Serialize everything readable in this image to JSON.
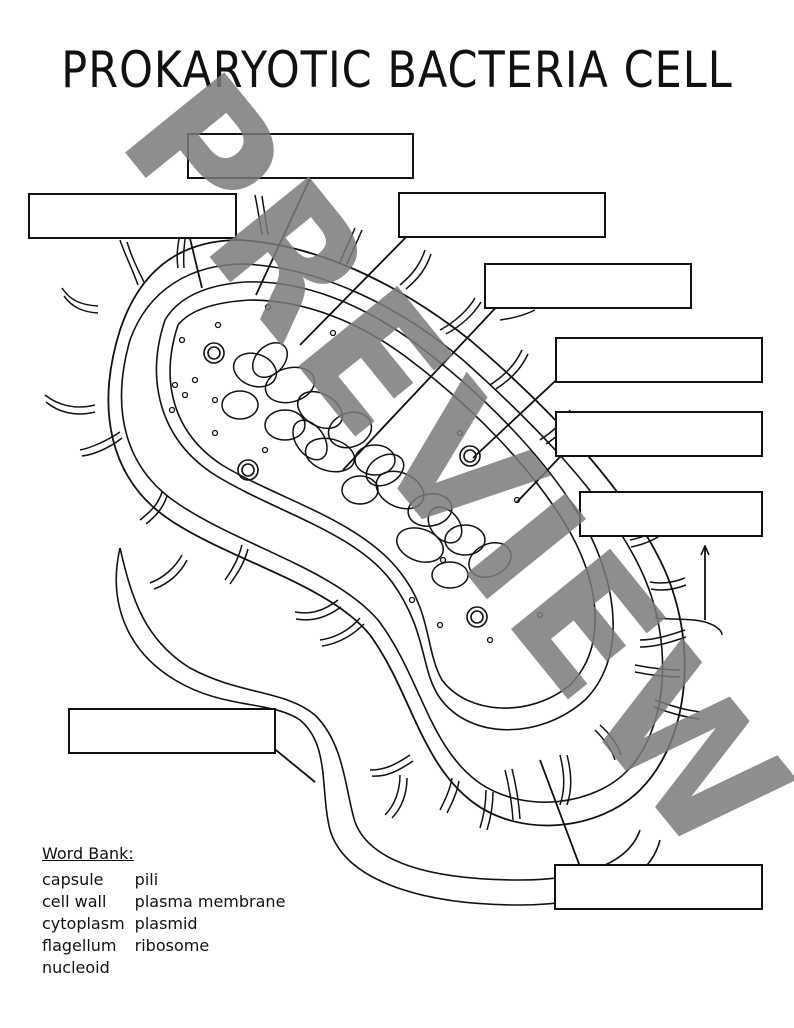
{
  "title": "PROKARYOTIC BACTERIA CELL",
  "word_bank": {
    "heading": "Word Bank:",
    "column_1": [
      "capsule",
      "cell wall",
      "cytoplasm",
      "flagellum",
      "nucleoid"
    ],
    "column_2": [
      "pili",
      "plasma membrane",
      "plasmid",
      "ribosome"
    ]
  },
  "watermark": "PREVIEW",
  "colors": {
    "line": "#111111",
    "watermark": "#7a7a7a",
    "background": "#ffffff"
  }
}
